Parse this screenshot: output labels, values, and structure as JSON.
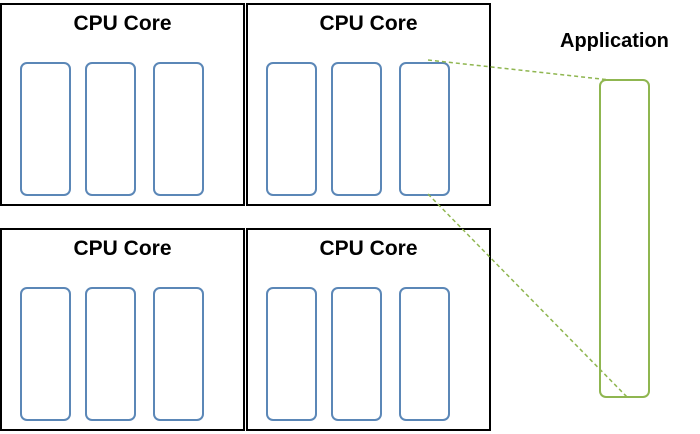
{
  "cores": [
    {
      "title": "CPU Core"
    },
    {
      "title": "CPU Core"
    },
    {
      "title": "CPU Core"
    },
    {
      "title": "CPU Core"
    }
  ],
  "application": {
    "label": "Application"
  },
  "colors": {
    "core_border": "#000000",
    "slot_border": "#5b87b7",
    "application_border": "#8fb650",
    "connector": "#8fb650"
  }
}
